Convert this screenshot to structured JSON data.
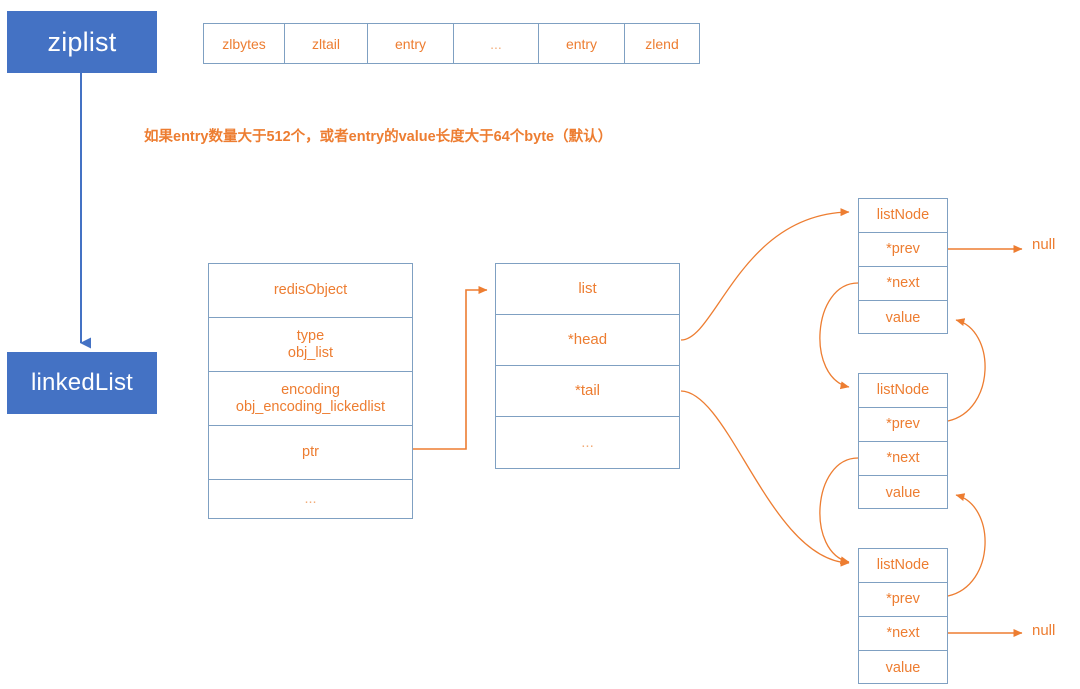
{
  "diagram": {
    "title_blocks": [
      {
        "id": "ziplist",
        "label": "ziplist"
      },
      {
        "id": "linkedList",
        "label": "linkedList"
      }
    ],
    "ziplist_struct": {
      "cells": [
        "zlbytes",
        "zltail",
        "entry",
        "...",
        "entry",
        "zlend"
      ]
    },
    "note": "如果entry数量大于512个，或者entry的value长度大于64个byte（默认）",
    "redis_object": {
      "rows": [
        "redisObject",
        "type\nobj_list",
        "encoding\nobj_encoding_lickedlist",
        "ptr",
        "..."
      ]
    },
    "list_struct": {
      "rows": [
        "list",
        "*head",
        "*tail",
        "..."
      ]
    },
    "list_nodes": [
      {
        "rows": [
          "listNode",
          "*prev",
          "*next",
          "value"
        ]
      },
      {
        "rows": [
          "listNode",
          "*prev",
          "*next",
          "value"
        ]
      },
      {
        "rows": [
          "listNode",
          "*prev",
          "*next",
          "value"
        ]
      }
    ],
    "null_labels": [
      "null",
      "null"
    ],
    "colors": {
      "block_blue": "#4472C4",
      "accent_orange": "#ED7D31",
      "border_blue": "#7FA0C2",
      "muted_orange": "#F2AC79",
      "background": "#FFFFFF"
    }
  }
}
